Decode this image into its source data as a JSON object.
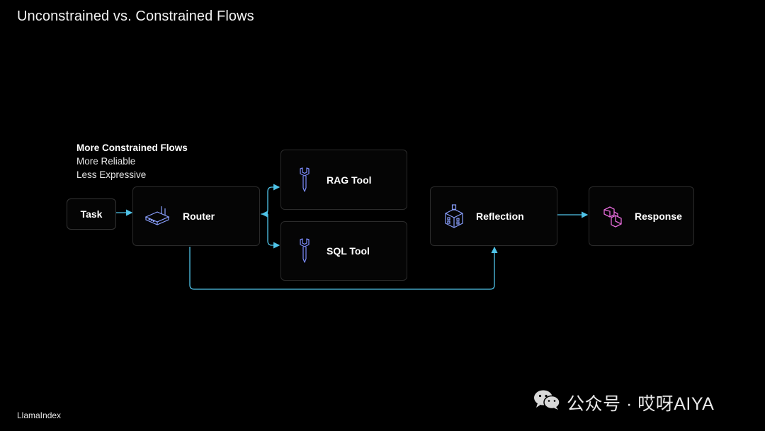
{
  "title": "Unconstrained vs. Constrained Flows",
  "caption": {
    "heading": "More Constrained Flows",
    "line1": "More Reliable",
    "line2": "Less Expressive"
  },
  "nodes": {
    "task": "Task",
    "router": "Router",
    "rag_tool": "RAG Tool",
    "sql_tool": "SQL Tool",
    "reflection": "Reflection",
    "response": "Response"
  },
  "icons": {
    "router": "router-device-icon",
    "rag_tool": "wrench-icon",
    "sql_tool": "wrench-icon",
    "reflection": "building-icon",
    "response": "link-icon"
  },
  "colors": {
    "background": "#000000",
    "arrow": "#4fc3e8",
    "icon_blue": "#6f86ff",
    "icon_pink": "#e36ad8"
  },
  "footer": "LlamaIndex",
  "watermark": "公众号 · 哎呀AIYA"
}
